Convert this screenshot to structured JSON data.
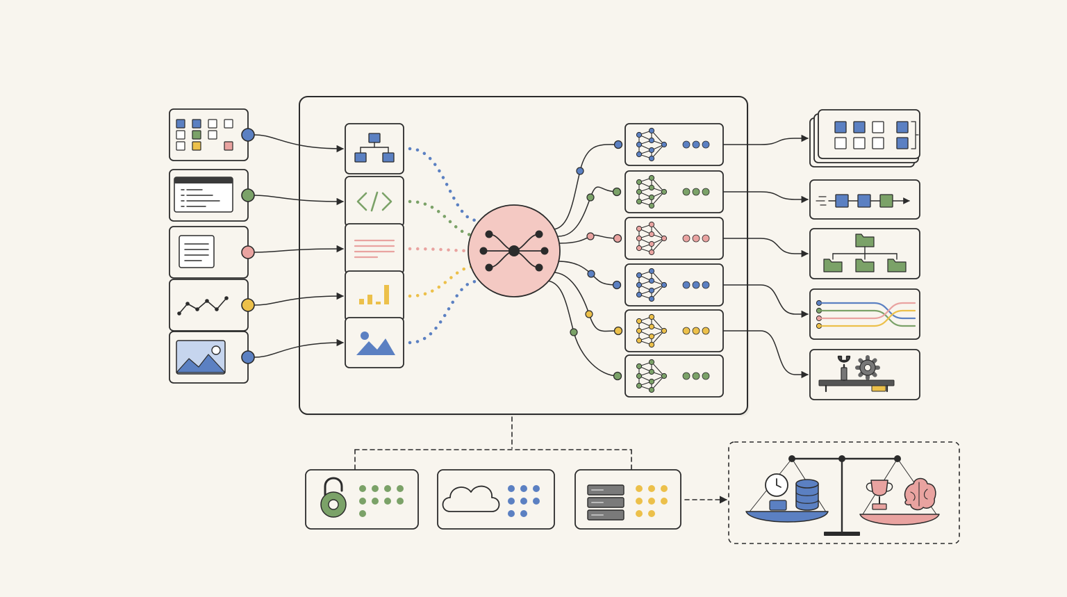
{
  "palette": {
    "background": "#f8f5ee",
    "panel": "#f8f5ee",
    "ink": "#2b2b2b",
    "blue": "#5b80c2",
    "green": "#7ba268",
    "pink": "#e9a3a0",
    "pink_light": "#f4c9c3",
    "yellow": "#ecc04a",
    "gray": "#8a8a8a"
  },
  "inputs": [
    {
      "icon": "tile-grid-icon",
      "port_color": "blue"
    },
    {
      "icon": "terminal-window-icon",
      "port_color": "green"
    },
    {
      "icon": "text-document-icon",
      "port_color": "pink"
    },
    {
      "icon": "line-chart-icon",
      "port_color": "yellow"
    },
    {
      "icon": "image-landscape-icon",
      "port_color": "blue"
    }
  ],
  "encoders": [
    {
      "icon": "hierarchy-icon",
      "color": "blue"
    },
    {
      "icon": "code-brackets-icon",
      "color": "green"
    },
    {
      "icon": "text-lines-icon",
      "color": "pink"
    },
    {
      "icon": "bar-chart-icon",
      "color": "yellow"
    },
    {
      "icon": "mountain-image-icon",
      "color": "blue"
    }
  ],
  "hub": {
    "icon": "neural-hub-icon",
    "color": "pink_light"
  },
  "experts": [
    {
      "icon": "neural-network-icon",
      "color": "blue"
    },
    {
      "icon": "neural-network-icon",
      "color": "green"
    },
    {
      "icon": "neural-network-icon",
      "color": "pink"
    },
    {
      "icon": "neural-network-icon",
      "color": "blue"
    },
    {
      "icon": "neural-network-icon",
      "color": "yellow"
    },
    {
      "icon": "neural-network-icon",
      "color": "green"
    }
  ],
  "outputs": [
    {
      "icon": "stacked-grid-icon"
    },
    {
      "icon": "pipeline-icon"
    },
    {
      "icon": "folder-tree-icon"
    },
    {
      "icon": "merging-lines-icon"
    },
    {
      "icon": "tools-icon"
    }
  ],
  "services": [
    {
      "icon": "padlock-icon",
      "dot_color": "green"
    },
    {
      "icon": "cloud-icon",
      "dot_color": "blue"
    },
    {
      "icon": "server-icon",
      "dot_color": "yellow"
    }
  ],
  "balance": {
    "left": [
      "clock-icon",
      "database-icon"
    ],
    "right": [
      "trophy-icon",
      "brain-icon"
    ],
    "left_color": "blue",
    "right_color": "pink"
  }
}
